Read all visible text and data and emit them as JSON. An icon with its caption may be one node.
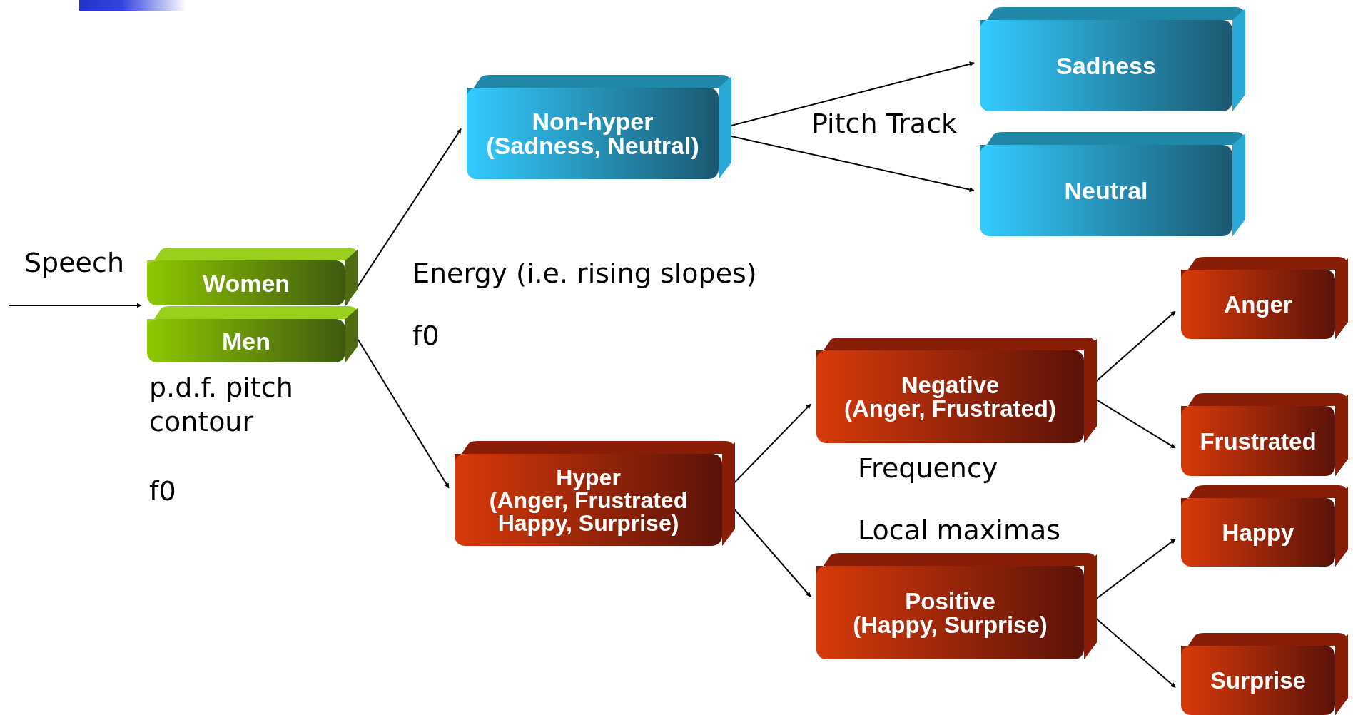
{
  "diagram": {
    "nodes": [
      {
        "text": [
          "Women"
        ]
      },
      {
        "text": [
          "Men"
        ]
      },
      {
        "text": [
          "Non-hyper",
          "(Sadness, Neutral)"
        ]
      },
      {
        "text": [
          "Sadness"
        ]
      },
      {
        "text": [
          "Neutral"
        ]
      },
      {
        "text": [
          "Hyper",
          "(Anger, Frustrated Happy, Surprise)"
        ]
      },
      {
        "text": [
          "Negative",
          "(Anger, Frustrated)"
        ]
      },
      {
        "text": [
          "Positive",
          "(Happy, Surprise)"
        ]
      },
      {
        "text": [
          "Anger"
        ]
      },
      {
        "text": [
          "Frustrated"
        ]
      },
      {
        "text": [
          "Happy"
        ]
      },
      {
        "text": [
          "Surprise"
        ]
      }
    ],
    "edges": [
      {
        "from": null,
        "to": 0,
        "arrow": "to"
      },
      {
        "from": 0,
        "to": 2,
        "arrow": "to"
      },
      {
        "from": 1,
        "to": 5,
        "arrow": "to"
      },
      {
        "from": 2,
        "to": 3,
        "arrow": "to"
      },
      {
        "from": 2,
        "to": 4,
        "arrow": "to"
      },
      {
        "from": 5,
        "to": 6,
        "arrow": "to"
      },
      {
        "from": 5,
        "to": 7,
        "arrow": "to"
      },
      {
        "from": 6,
        "to": 8,
        "arrow": "to"
      },
      {
        "from": 6,
        "to": 9,
        "arrow": "to"
      },
      {
        "from": 7,
        "to": 10,
        "arrow": "to"
      },
      {
        "from": 7,
        "to": 11,
        "arrow": "to"
      }
    ],
    "labels": [
      "Speech",
      "p.d.f. pitch contour",
      "f0",
      "Energy (i.e. rising slopes)",
      "f0",
      "Pitch Track",
      "Frequency",
      "Local maximas"
    ]
  }
}
